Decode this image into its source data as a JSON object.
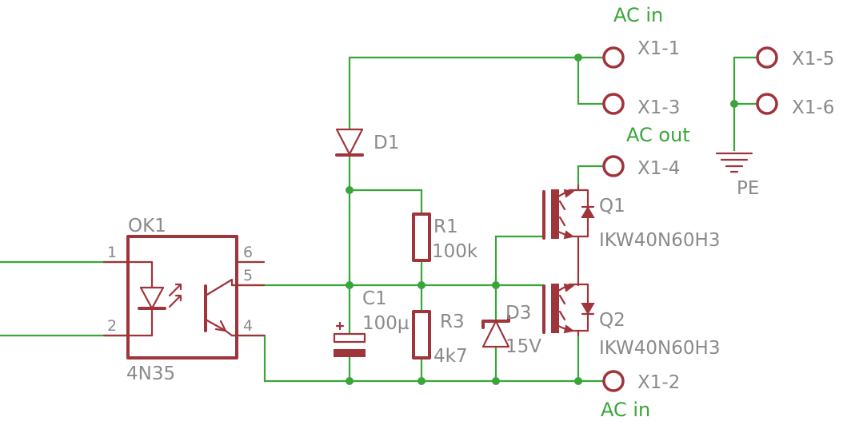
{
  "net_labels": {
    "ac_in_top": "AC in",
    "ac_out": "AC out",
    "ac_in_bottom": "AC in"
  },
  "connectors": {
    "x1_1": "X1-1",
    "x1_3": "X1-3",
    "x1_4": "X1-4",
    "x1_2": "X1-2",
    "x1_5": "X1-5",
    "x1_6": "X1-6"
  },
  "ground": {
    "label": "PE"
  },
  "optocoupler": {
    "name": "OK1",
    "value": "4N35",
    "pins": {
      "p1": "1",
      "p2": "2",
      "p4": "4",
      "p5": "5",
      "p6": "6"
    }
  },
  "diode_d1": {
    "name": "D1"
  },
  "capacitor_c1": {
    "name": "C1",
    "value": "100µ"
  },
  "resistor_r1": {
    "name": "R1",
    "value": "100k"
  },
  "resistor_r3": {
    "name": "R3",
    "value": "4k7"
  },
  "zener_d3": {
    "name": "D3",
    "value": "15V"
  },
  "igbt_q1": {
    "name": "Q1",
    "value": "IKW40N60H3"
  },
  "igbt_q2": {
    "name": "Q2",
    "value": "IKW40N60H3"
  },
  "colors": {
    "wire": "#3aa53a",
    "component": "#a0343b",
    "text": "#8a8a8a"
  }
}
